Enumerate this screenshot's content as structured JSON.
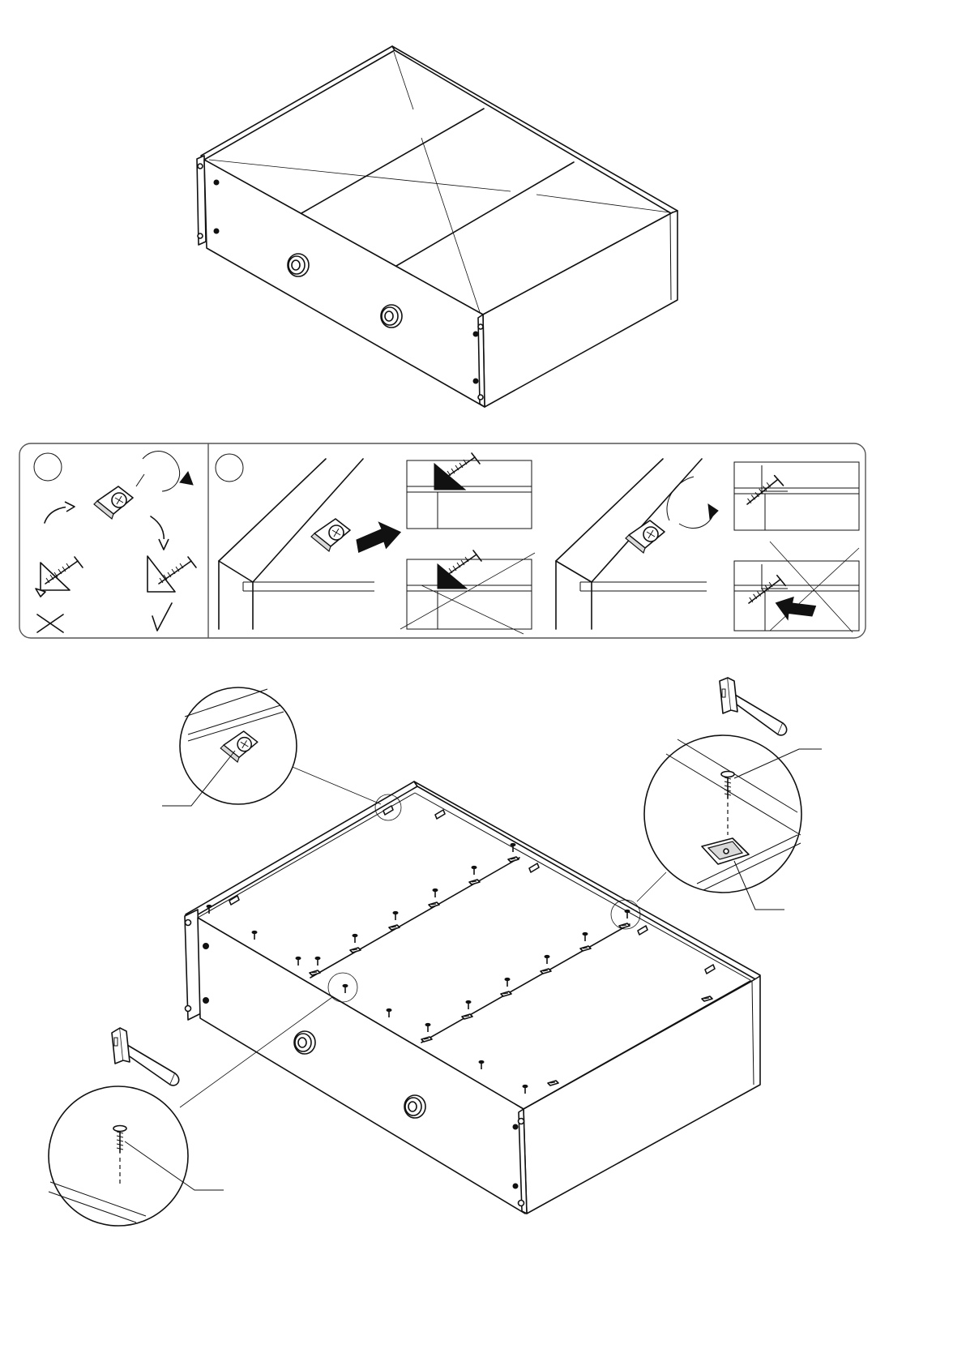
{
  "figure": {
    "steps": [
      {
        "id": "step-a",
        "number": ""
      },
      {
        "id": "step-b",
        "number": ""
      }
    ],
    "callouts": [
      {
        "id": "callout-corner-bracket",
        "part": ""
      },
      {
        "id": "callout-nail-with-plate",
        "part": ""
      },
      {
        "id": "callout-plate",
        "part": ""
      },
      {
        "id": "callout-nail-front",
        "part": ""
      }
    ],
    "icons": [
      "hammer-icon",
      "screw-icon",
      "bracket-icon",
      "arrow-icon",
      "wrong-mark-icon",
      "correct-mark-icon",
      "rotate-arrow-icon"
    ],
    "colors": {
      "line": "#111111",
      "background": "#ffffff",
      "panel_border": "#555555"
    }
  }
}
